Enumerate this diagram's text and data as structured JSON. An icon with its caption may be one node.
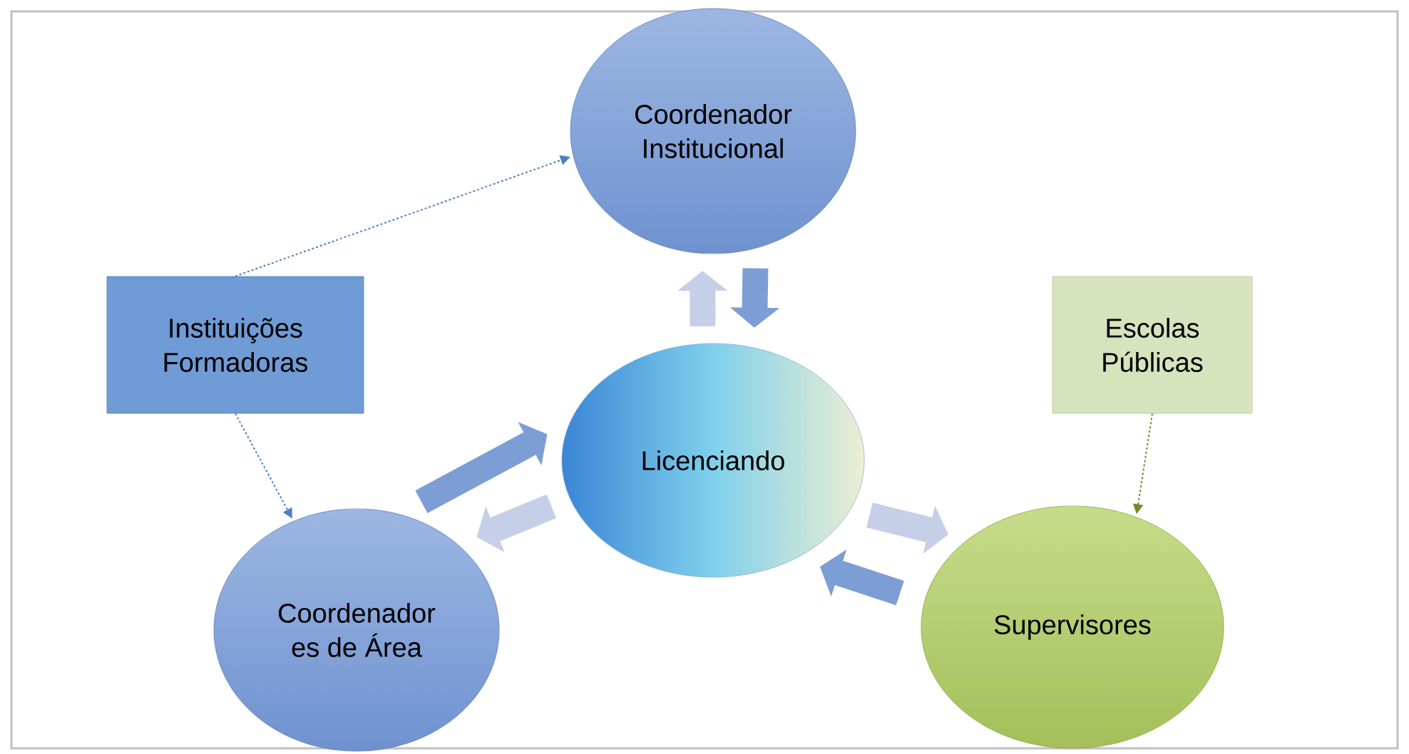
{
  "diagram": {
    "nodes": [
      {
        "text": [
          "Coordenador Institucional"
        ]
      },
      {
        "text": [
          "Instituições Formadoras"
        ]
      },
      {
        "text": [
          "Escolas Públicas"
        ]
      },
      {
        "text": [
          "Licenciando"
        ]
      },
      {
        "text": [
          "Coordenador es de Área"
        ]
      },
      {
        "text": [
          "Supervisores"
        ]
      }
    ],
    "edges": [
      {
        "from": 1,
        "to": 0,
        "arrow": "to",
        "style": "dashed",
        "color": "#4f7fc4"
      },
      {
        "from": 1,
        "to": 4,
        "arrow": "to",
        "style": "dashed",
        "color": "#4f7fc4"
      },
      {
        "from": 2,
        "to": 5,
        "arrow": "to",
        "style": "dashed",
        "color": "#77872f"
      },
      {
        "from": 3,
        "to": 0,
        "arrow": "to",
        "color": "#c6cfe8"
      },
      {
        "from": 0,
        "to": 3,
        "arrow": "to",
        "color": "#7d9ed4"
      },
      {
        "from": 4,
        "to": 3,
        "arrow": "to",
        "color": "#7d9ed4"
      },
      {
        "from": 3,
        "to": 4,
        "arrow": "to",
        "color": "#c6cfe8"
      },
      {
        "from": 3,
        "to": 5,
        "arrow": "to",
        "color": "#c6cfe8"
      },
      {
        "from": 5,
        "to": 3,
        "arrow": "to",
        "color": "#7d9ed4"
      }
    ]
  }
}
